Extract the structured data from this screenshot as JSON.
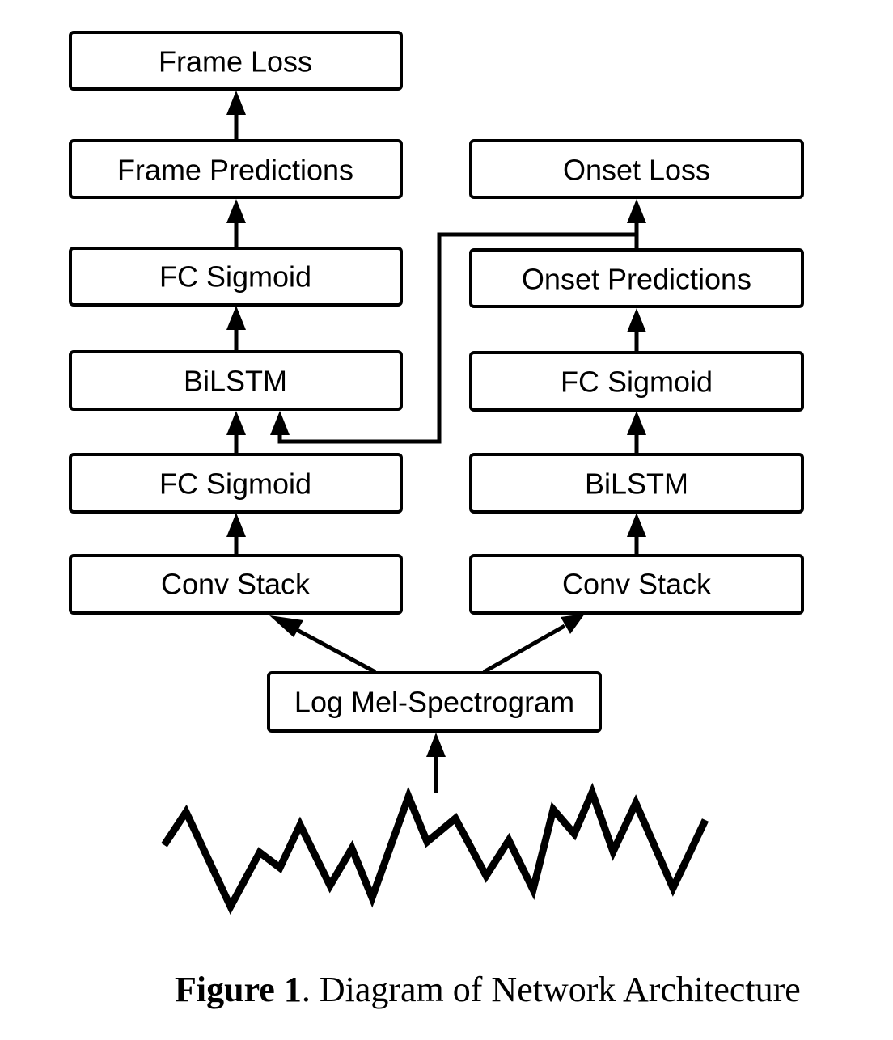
{
  "diagram": {
    "nodes": {
      "frame_loss": "Frame Loss",
      "frame_predictions": "Frame Predictions",
      "frame_fc_sigmoid_top": "FC Sigmoid",
      "frame_bilstm": "BiLSTM",
      "frame_fc_sigmoid_bottom": "FC Sigmoid",
      "frame_conv_stack": "Conv Stack",
      "onset_loss": "Onset Loss",
      "onset_predictions": "Onset Predictions",
      "onset_fc_sigmoid": "FC Sigmoid",
      "onset_bilstm": "BiLSTM",
      "onset_conv_stack": "Conv Stack",
      "log_mel": "Log Mel-Spectrogram"
    },
    "edges": [
      [
        "log_mel",
        "frame_conv_stack"
      ],
      [
        "log_mel",
        "onset_conv_stack"
      ],
      [
        "frame_conv_stack",
        "frame_fc_sigmoid_bottom"
      ],
      [
        "frame_fc_sigmoid_bottom",
        "frame_bilstm"
      ],
      [
        "frame_bilstm",
        "frame_fc_sigmoid_top"
      ],
      [
        "frame_fc_sigmoid_top",
        "frame_predictions"
      ],
      [
        "frame_predictions",
        "frame_loss"
      ],
      [
        "onset_conv_stack",
        "onset_bilstm"
      ],
      [
        "onset_bilstm",
        "onset_fc_sigmoid"
      ],
      [
        "onset_fc_sigmoid",
        "onset_predictions"
      ],
      [
        "onset_predictions",
        "onset_loss"
      ],
      [
        "onset_predictions",
        "frame_bilstm"
      ],
      [
        "audio_waveform",
        "log_mel"
      ]
    ],
    "waveform_icon": "audio-waveform-icon"
  },
  "caption": {
    "label": "Figure 1",
    "text": ". Diagram of Network Architecture"
  }
}
